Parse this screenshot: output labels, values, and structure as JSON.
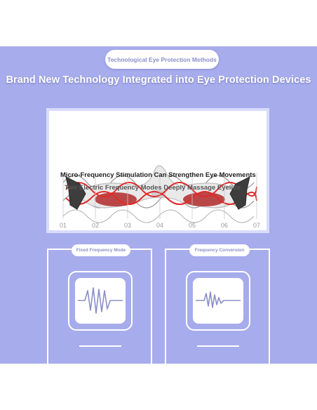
{
  "header": {
    "pill_label": "Technological Eye Protection Methods",
    "headline": "Brand New Technology Integrated into Eye Protection Devices"
  },
  "card": {
    "title": "Micro-Frequency Stimulation Can Strengthen Eye Movements",
    "subtitle": "Two Electric Frequency Modes Deeply Massage Eyelids",
    "markers": [
      "01",
      "02",
      "03",
      "04",
      "05",
      "06",
      "07"
    ]
  },
  "modes": {
    "left_label": "Fixed Frequency Mode",
    "right_label": "Frequency Conversion"
  },
  "colors": {
    "panel_bg": "#a7acec",
    "accent_red": "#e02a2a",
    "wave_gray": "#8a8a8a",
    "label_purple": "#8b8fc9"
  },
  "icons": [
    "eye-massager-device",
    "waveform-icon"
  ]
}
